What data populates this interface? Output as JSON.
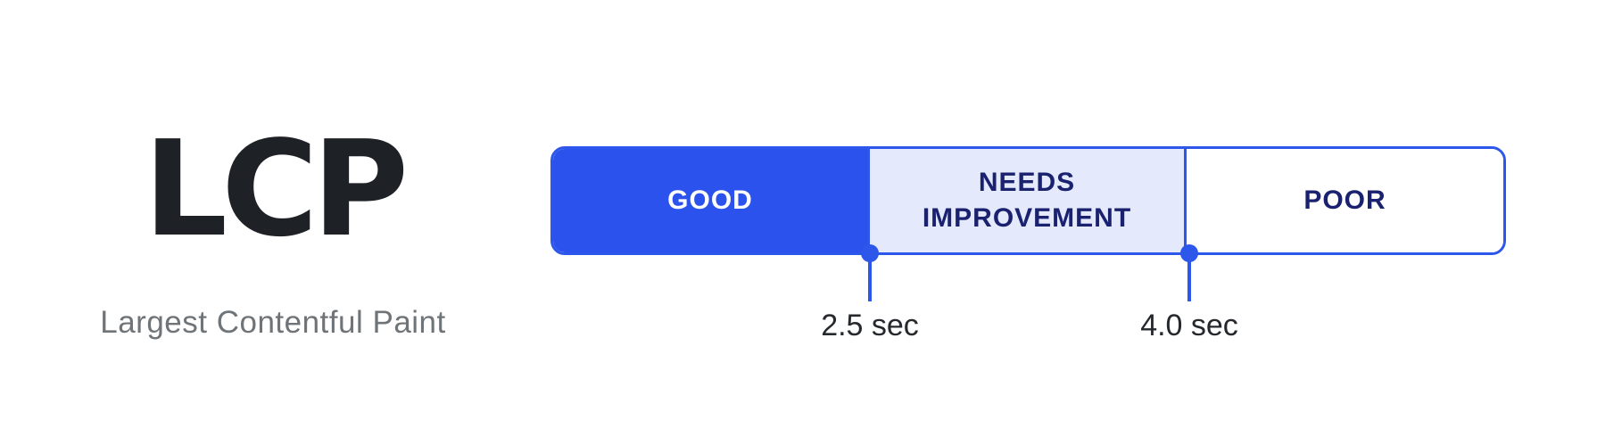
{
  "metric": {
    "abbr": "LCP",
    "full_name": "Largest Contentful Paint"
  },
  "scale": {
    "accent_color": "#2d57ea",
    "segments": [
      {
        "label": "GOOD",
        "fill": "#2b52ec",
        "text_color": "#ffffff"
      },
      {
        "label": "NEEDS IMPROVEMENT",
        "fill": "#e4e9fb",
        "text_color": "#1a2270"
      },
      {
        "label": "POOR",
        "fill": "#ffffff",
        "text_color": "#1a2270"
      }
    ],
    "thresholds": [
      {
        "value": "2.5 sec"
      },
      {
        "value": "4.0 sec"
      }
    ]
  }
}
